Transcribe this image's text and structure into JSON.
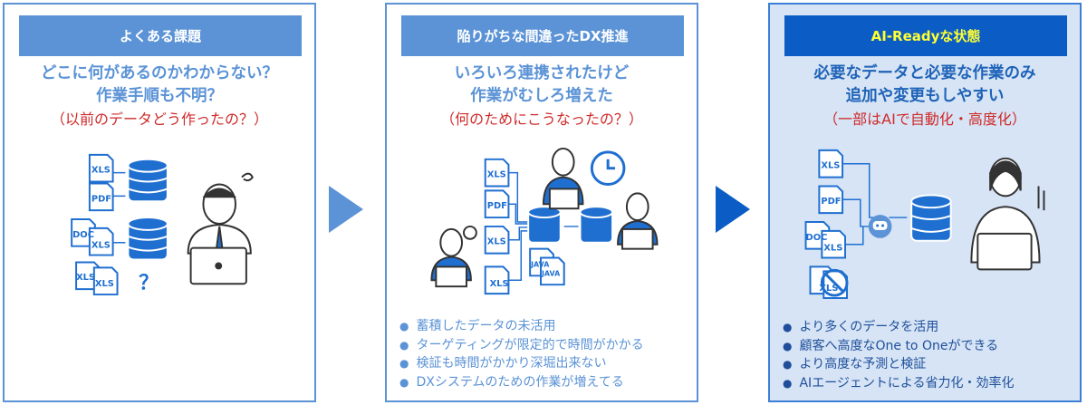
{
  "panels": [
    {
      "header": "よくある課題",
      "title_lines": [
        "どこに何があるのかわからない？",
        "作業手順も不明？"
      ],
      "subtitle": "（以前のデータどう作ったの？）",
      "bullets": [],
      "file_labels": [
        "XLS",
        "PDF",
        "DOC",
        "XLS",
        "XLS",
        "XLS"
      ],
      "question_mark": "？"
    },
    {
      "header": "陥りがちな間違ったDX推進",
      "title_lines": [
        "いろいろ連携されたけど",
        "作業がむしろ増えた"
      ],
      "subtitle": "（何のためにこうなったの？）",
      "bullets": [
        "蓄積したデータの未活用",
        "ターゲティングが限定的で時間がかかる",
        "検証も時間がかかり深堀出来ない",
        "DXシステムのための作業が増えてる"
      ],
      "file_labels": [
        "XLS",
        "PDF",
        "XLS",
        "XLS",
        "JAVA",
        "JAVA"
      ]
    },
    {
      "header": "AI-Readyな状態",
      "title_lines": [
        "必要なデータと必要な作業のみ",
        "追加や変更もしやすい"
      ],
      "subtitle": "（一部はAIで自動化・高度化）",
      "bullets": [
        "より多くのデータを活用",
        "顧客へ高度なOne to Oneができる",
        "より高度な予測と検証",
        "AIエージェントによる省力化・効率化"
      ],
      "file_labels": [
        "XLS",
        "PDF",
        "DOC",
        "XLS",
        "XLS"
      ]
    }
  ],
  "colors": {
    "accent": "#5b93d6",
    "dark_accent": "#0b5cc4",
    "alert": "#d02a2a",
    "highlight": "#ffff33"
  }
}
